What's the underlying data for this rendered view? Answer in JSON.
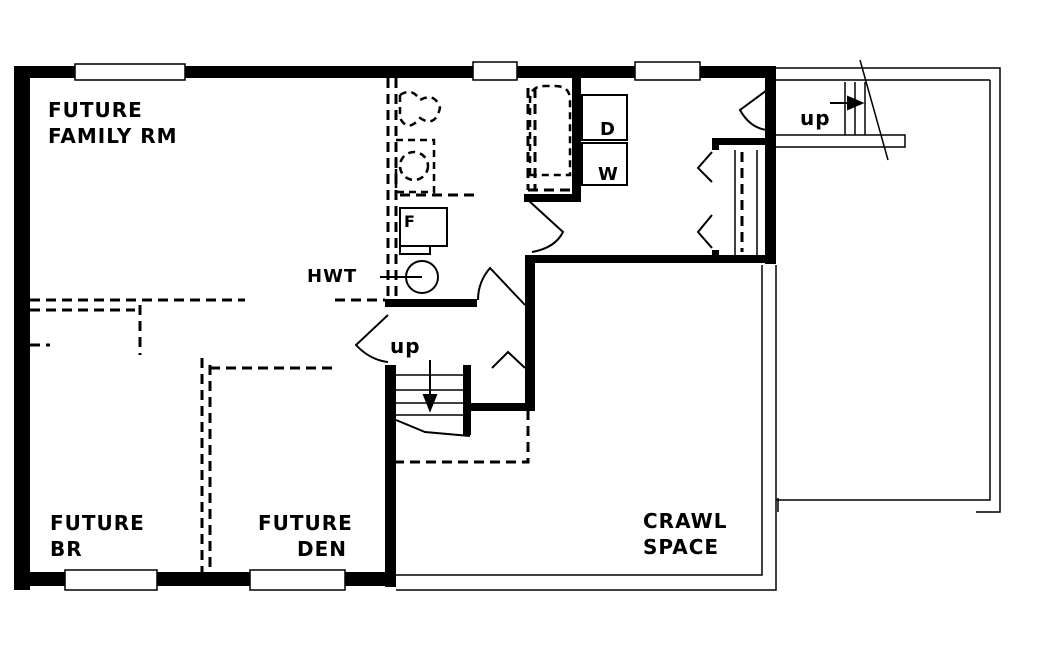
{
  "rooms": {
    "family_rm": [
      "FUTURE",
      "FAMILY RM"
    ],
    "br": [
      "FUTURE",
      "BR"
    ],
    "den": [
      "FUTURE",
      "DEN"
    ],
    "crawl": [
      "CRAWL",
      "SPACE"
    ]
  },
  "fixtures": {
    "dryer": "D",
    "washer": "W",
    "furnace": "F",
    "hot_water_tank": "HWT"
  },
  "stairs": {
    "main_up": "up",
    "exterior_up": "up"
  }
}
